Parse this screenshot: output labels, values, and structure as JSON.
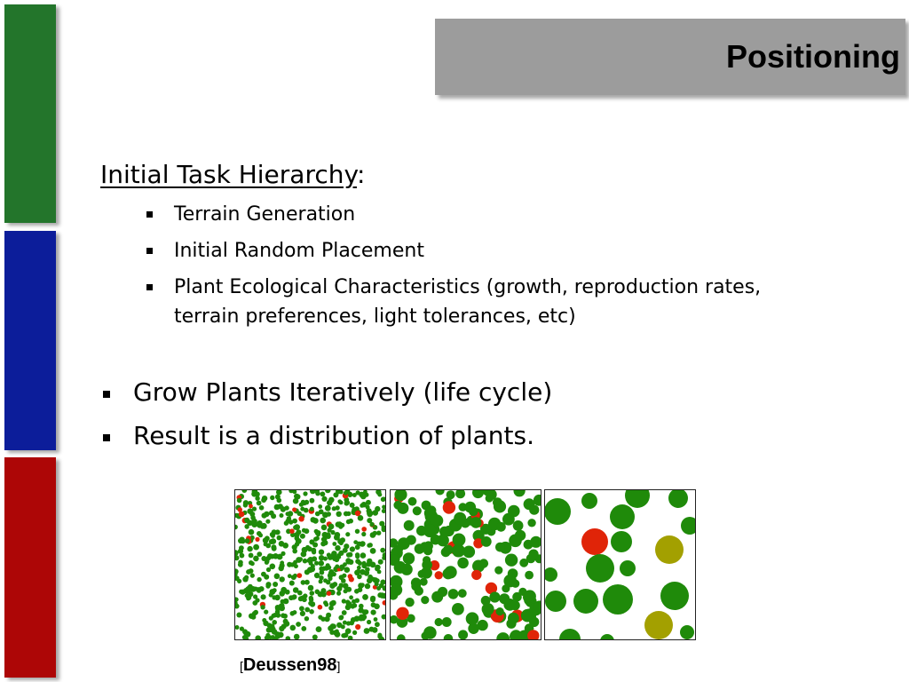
{
  "slide": {
    "title": "Positioning",
    "heading_underlined": "Initial Task Hierarchy",
    "heading_suffix": ":",
    "sub_bullets": [
      "Terrain Generation",
      "Initial Random Placement",
      "Plant Ecological Characteristics (growth, reproduction rates,",
      "terrain preferences, light tolerances, etc)"
    ],
    "main_bullets": [
      "Grow Plants Iteratively (life cycle)",
      "Result is a distribution of plants."
    ],
    "caption": {
      "open": "[",
      "text": "Deussen98",
      "close": "]"
    }
  },
  "colors": {
    "accent_green": "#23752b",
    "accent_blue": "#0c1d9a",
    "accent_red": "#ad0606",
    "title_box": "#9c9c9c",
    "plant_green": "#1f8a0a",
    "plant_red": "#e02408",
    "plant_olive": "#a3a000"
  }
}
